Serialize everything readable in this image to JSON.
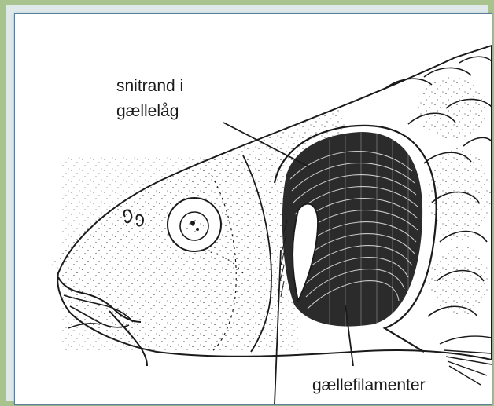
{
  "labels": {
    "snitrand_line1": "snitrand i",
    "snitrand_line2": "gællelåg",
    "gaellefilamenter": "gællefilamenter"
  },
  "colors": {
    "frame_outer": "#a9c38f",
    "frame_inner_border": "#5b7f9a",
    "ink": "#1a1a1a",
    "gill_dark": "#1c1c1c"
  }
}
